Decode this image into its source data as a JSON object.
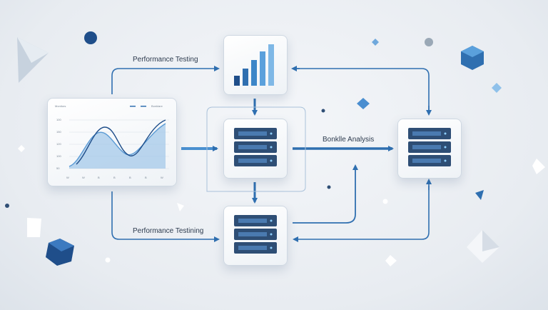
{
  "labels": {
    "top_flow": "Performance Testing",
    "bottom_flow": "Performance Testining",
    "right_flow": "Bonklle Analysis"
  },
  "dashboard": {
    "title": "Monitors",
    "legend": "Bonklare"
  },
  "colors": {
    "accent": "#2f6fb0",
    "accent_light": "#5aa0dc",
    "dark_blue": "#1f4e8a"
  }
}
